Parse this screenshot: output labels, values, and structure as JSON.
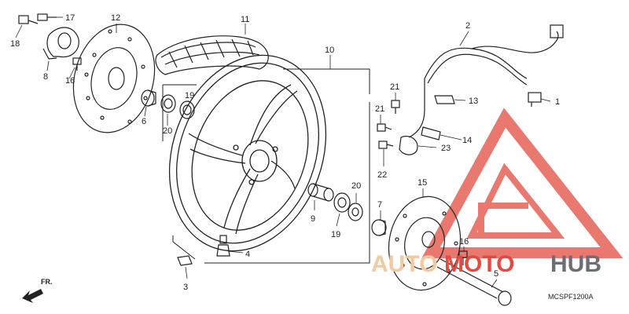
{
  "diagram": {
    "code": "MCSPF1200A",
    "direction": "FR."
  },
  "watermark": {
    "part_a": "AUTO",
    "part_b": "MOTO",
    "part_c": "HUB",
    "color_red": "#e24b40",
    "color_grey": "#6b6f74"
  },
  "parts": {
    "p1": "1",
    "p2": "2",
    "p3": "3",
    "p4": "4",
    "p5": "5",
    "p6": "6",
    "p7": "7",
    "p8": "8",
    "p9": "9",
    "p10": "10",
    "p11": "11",
    "p12": "12",
    "p13": "13",
    "p14": "14",
    "p15": "15",
    "p16a": "16",
    "p16b": "16",
    "p17": "17",
    "p18": "18",
    "p19a": "19",
    "p19b": "19",
    "p20a": "20",
    "p20b": "20",
    "p21a": "21",
    "p21b": "21",
    "p22": "22",
    "p23": "23"
  }
}
